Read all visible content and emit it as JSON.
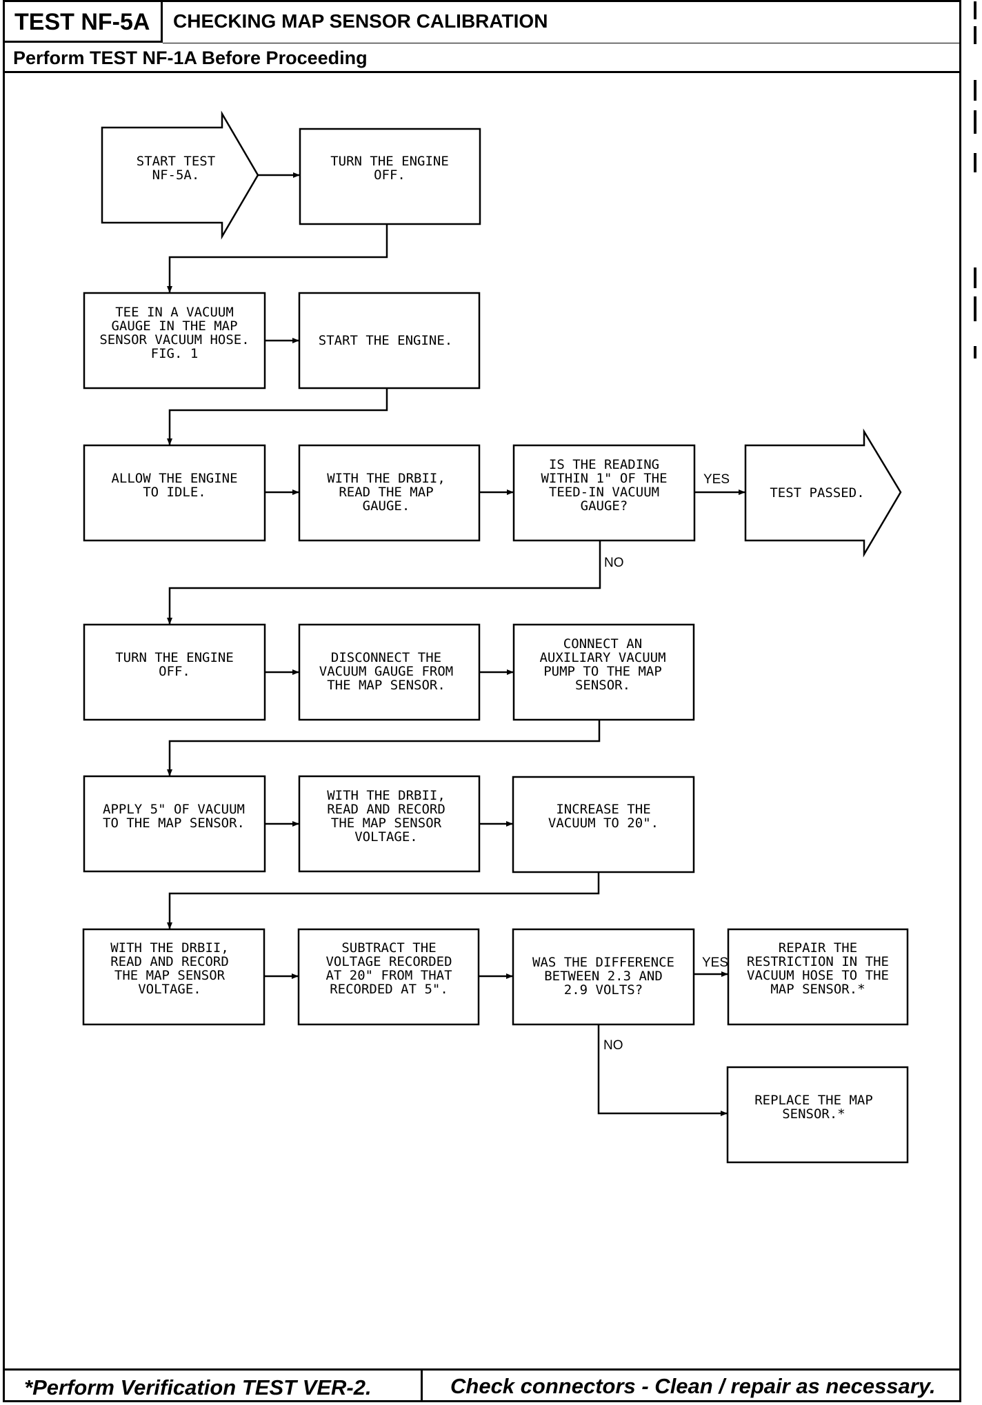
{
  "header": {
    "test_code": "TEST NF-5A",
    "title": "CHECKING MAP SENSOR CALIBRATION",
    "prerequisite": "Perform TEST NF-1A Before Proceeding"
  },
  "steps": {
    "start": [
      "START TEST",
      "NF-5A."
    ],
    "turn_off_1": [
      "TURN THE ENGINE",
      "OFF."
    ],
    "tee_gauge": [
      "TEE IN A VACUUM",
      "GAUGE IN THE MAP",
      "SENSOR VACUUM HOSE.",
      "",
      "FIG. 1"
    ],
    "start_engine": [
      "START THE ENGINE."
    ],
    "idle": [
      "ALLOW THE ENGINE",
      "TO IDLE."
    ],
    "read_map": [
      "WITH THE DRBII,",
      "READ THE MAP",
      "GAUGE."
    ],
    "decision_reading": [
      "IS THE READING",
      "WITHIN 1\" OF THE",
      "TEED-IN VACUUM",
      "GAUGE?"
    ],
    "test_passed": [
      "TEST PASSED."
    ],
    "turn_off_2": [
      "TURN THE ENGINE",
      "OFF."
    ],
    "disconnect": [
      "DISCONNECT THE",
      "VACUUM GAUGE FROM",
      "THE MAP SENSOR."
    ],
    "connect_pump": [
      "CONNECT AN",
      "AUXILIARY VACUUM",
      "PUMP TO THE MAP",
      "SENSOR."
    ],
    "apply_5": [
      "APPLY 5\" OF VACUUM",
      "TO THE MAP SENSOR."
    ],
    "record_1": [
      "WITH THE DRBII,",
      "READ AND RECORD",
      "THE MAP SENSOR",
      "VOLTAGE."
    ],
    "increase_20": [
      "INCREASE THE",
      "VACUUM TO 20\"."
    ],
    "record_2": [
      "WITH THE DRBII,",
      "READ AND RECORD",
      "THE MAP SENSOR",
      "VOLTAGE."
    ],
    "subtract": [
      "SUBTRACT THE",
      "VOLTAGE RECORDED",
      "AT 20\" FROM THAT",
      "RECORDED AT 5\"."
    ],
    "decision_diff": [
      "WAS THE DIFFERENCE",
      "BETWEEN 2.3 AND",
      "2.9 VOLTS?"
    ],
    "repair_hose": [
      "REPAIR THE",
      "RESTRICTION IN THE",
      "VACUUM HOSE TO THE",
      "MAP SENSOR.*"
    ],
    "replace_sensor": [
      "REPLACE THE MAP",
      "SENSOR.*"
    ]
  },
  "branch_labels": {
    "yes_1": "YES",
    "no_1": "NO",
    "yes_2": "YES",
    "no_2": "NO"
  },
  "footer": {
    "verification": "*Perform Verification TEST VER-2.",
    "connectors": "Check connectors - Clean / repair as necessary."
  }
}
